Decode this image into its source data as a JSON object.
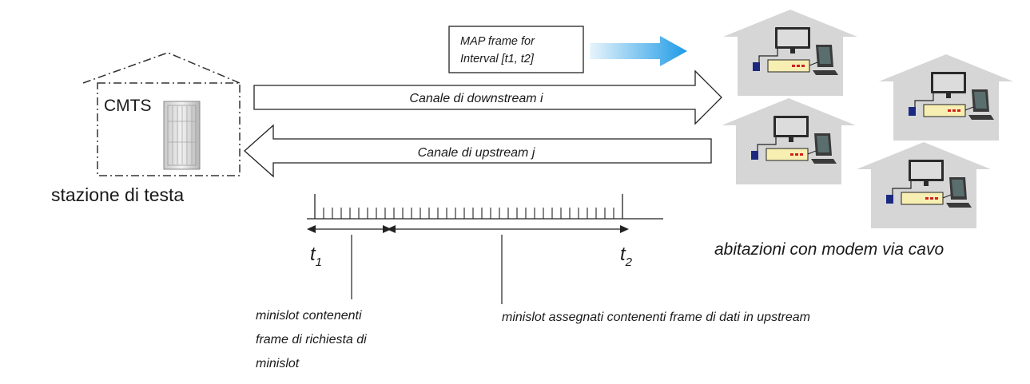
{
  "headend": {
    "cmts_label": "CMTS",
    "caption": "stazione di testa"
  },
  "map_box": {
    "line1": "MAP frame for",
    "line2": "Interval [t1, t2]"
  },
  "channels": {
    "downstream": "Canale di downstream i",
    "upstream": "Canale di upstream j"
  },
  "timeline": {
    "t1": "t",
    "t1_sub": "1",
    "t2": "t",
    "t2_sub": "2"
  },
  "notes": {
    "request_lines": [
      "minislot contenenti",
      "frame di richiesta di",
      "minislot"
    ],
    "assigned": "minislot assegnati contenenti frame di dati in upstream"
  },
  "homes": {
    "caption": "abitazioni con modem via cavo"
  },
  "colors": {
    "house": "#d6d6d6",
    "modem": "#f7eeb2",
    "monitor": "#2a2a2a",
    "arrow_blue": "#1e9be6"
  }
}
